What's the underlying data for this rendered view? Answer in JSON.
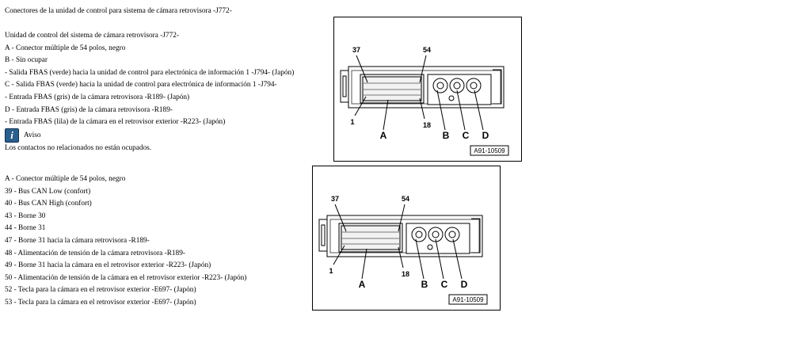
{
  "title": "Conectores de la unidad de control para sistema de cámara retrovisora -J772-",
  "section1": {
    "heading": "Unidad de control del sistema de cámara retrovisora -J772-",
    "lines": [
      "A -  Conector múltiple de 54 polos, negro",
      "B -  Sin ocupar",
      " -  Salida FBAS (verde) hacia la unidad de control para electrónica de información 1 -J794- (Japón)",
      "C -  Salida FBAS (verde) hacia la unidad de control para electrónica de información 1 -J794-",
      " -  Entrada FBAS (gris) de la cámara retrovisora -R189- (Japón)",
      "D -  Entrada FBAS (gris) de la cámara retrovisora -R189-",
      " -  Entrada FBAS (lila) de la cámara en el retrovisor exterior -R223- (Japón)"
    ]
  },
  "notice": {
    "icon": "info-icon",
    "icon_glyph": "i",
    "label": "Aviso",
    "text": "Los contactos no relacionados no están ocupados."
  },
  "section2": {
    "lines": [
      "A - Conector múltiple de 54 polos, negro",
      "39 -  Bus CAN Low (confort)",
      "40 -  Bus CAN High (confort)",
      "43 -  Borne 30",
      "44 -  Borne 31",
      "47 -  Borne 31 hacia la cámara retrovisora -R189-",
      "48 -  Alimentación de tensión de la cámara retrovisora -R189-",
      "49 -  Borne 31 hacia la cámara en el retrovisor exterior -R223- (Japón)",
      "50 -  Alimentación de tensión de la cámara en el retrovisor exterior -R223- (Japón)",
      "52 -  Tecla para la cámara en el retrovisor exterior -E697- (Japón)",
      "53 -  Tecla para la cámara en el retrovisor exterior -E697- (Japón)"
    ]
  },
  "diagram1": {
    "pin_top_left": "37",
    "pin_top_right": "54",
    "pin_bottom_left": "1",
    "pin_bottom_right": "18",
    "label_a": "A",
    "label_b": "B",
    "label_c": "C",
    "label_d": "D",
    "ref": "A91-10509"
  },
  "diagram2": {
    "pin_top_left": "37",
    "pin_top_right": "54",
    "pin_bottom_left": "1",
    "pin_bottom_right": "18",
    "label_a": "A",
    "label_b": "B",
    "label_c": "C",
    "label_d": "D",
    "ref": "A91-10509"
  }
}
